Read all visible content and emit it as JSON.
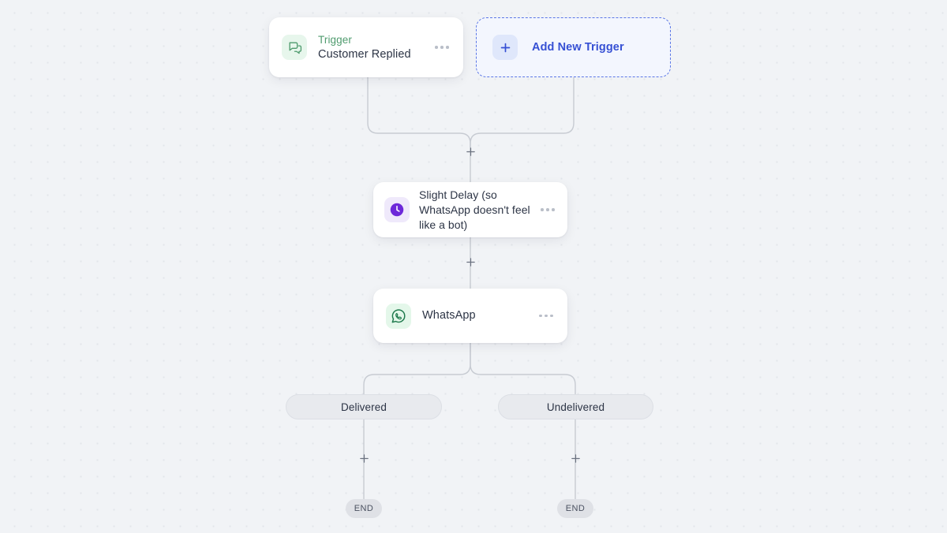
{
  "canvas": {
    "background_color": "#f1f3f6",
    "dot_color": "#e2e5ea",
    "connector_color": "#c7cbd2"
  },
  "nodes": {
    "trigger": {
      "icon": "chat-bubbles-icon",
      "eyebrow": "Trigger",
      "title": "Customer Replied",
      "menu": "more-options",
      "accent": "#4f9b6e"
    },
    "add_trigger": {
      "icon": "plus-icon",
      "label": "Add New Trigger",
      "accent": "#3650d4",
      "border_color": "#5b77e6"
    },
    "delay": {
      "icon": "clock-icon",
      "title": "Slight Delay (so WhatsApp doesn't feel like a bot)",
      "menu": "more-options",
      "accent": "#6d28d9"
    },
    "whatsapp": {
      "icon": "whatsapp-icon",
      "title": "WhatsApp",
      "menu": "more-options",
      "accent": "#1f7a4d"
    }
  },
  "branches": [
    {
      "label": "Delivered"
    },
    {
      "label": "Undelivered"
    }
  ],
  "end_nodes": [
    {
      "label": "END"
    },
    {
      "label": "END"
    }
  ],
  "add_step_buttons": [
    {
      "name": "add-step-after-trigger"
    },
    {
      "name": "add-step-after-delay"
    },
    {
      "name": "add-step-delivered"
    },
    {
      "name": "add-step-undelivered"
    }
  ]
}
